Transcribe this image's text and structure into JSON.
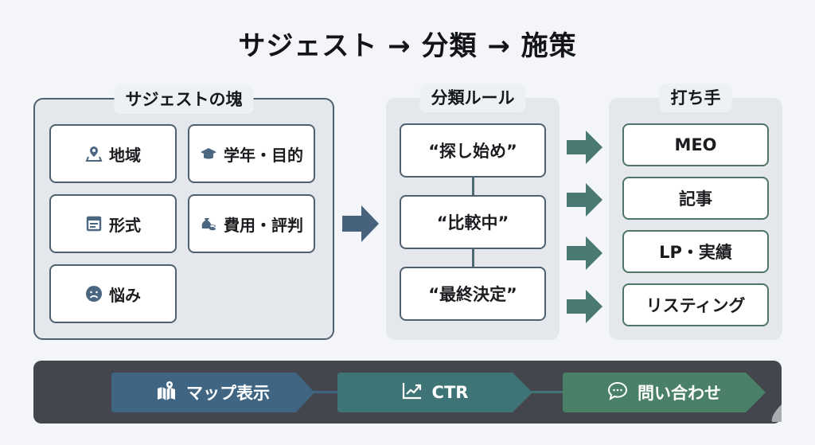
{
  "title": "サジェスト → 分類 → 施策",
  "panels": {
    "suggest": {
      "label": "サジェストの塊",
      "items": [
        {
          "label": "地域",
          "icon": "map-pin-icon"
        },
        {
          "label": "学年・目的",
          "icon": "graduation-cap-icon"
        },
        {
          "label": "形式",
          "icon": "document-icon"
        },
        {
          "label": "費用・評判",
          "icon": "money-bag-icon"
        },
        {
          "label": "悩み",
          "icon": "sad-face-icon"
        }
      ]
    },
    "classify": {
      "label": "分類ルール",
      "items": [
        {
          "label": "“探し始め”"
        },
        {
          "label": "“比較中”"
        },
        {
          "label": "“最終決定”"
        }
      ]
    },
    "actions": {
      "label": "打ち手",
      "items": [
        {
          "label": "MEO"
        },
        {
          "label": "記事"
        },
        {
          "label": "LP・実績"
        },
        {
          "label": "リスティング"
        }
      ]
    }
  },
  "flow": [
    {
      "label": "マップ表示",
      "icon": "map-icon",
      "color": "#3f6583"
    },
    {
      "label": "CTR",
      "icon": "trend-chart-icon",
      "color": "#3f7476"
    },
    {
      "label": "問い合わせ",
      "icon": "chat-bubble-icon",
      "color": "#4b8068"
    }
  ],
  "colors": {
    "panel_border": "#4e5f70",
    "arrow_blue": "#46627c",
    "arrow_teal": "#4a7872",
    "flow_bar": "#43474d"
  }
}
